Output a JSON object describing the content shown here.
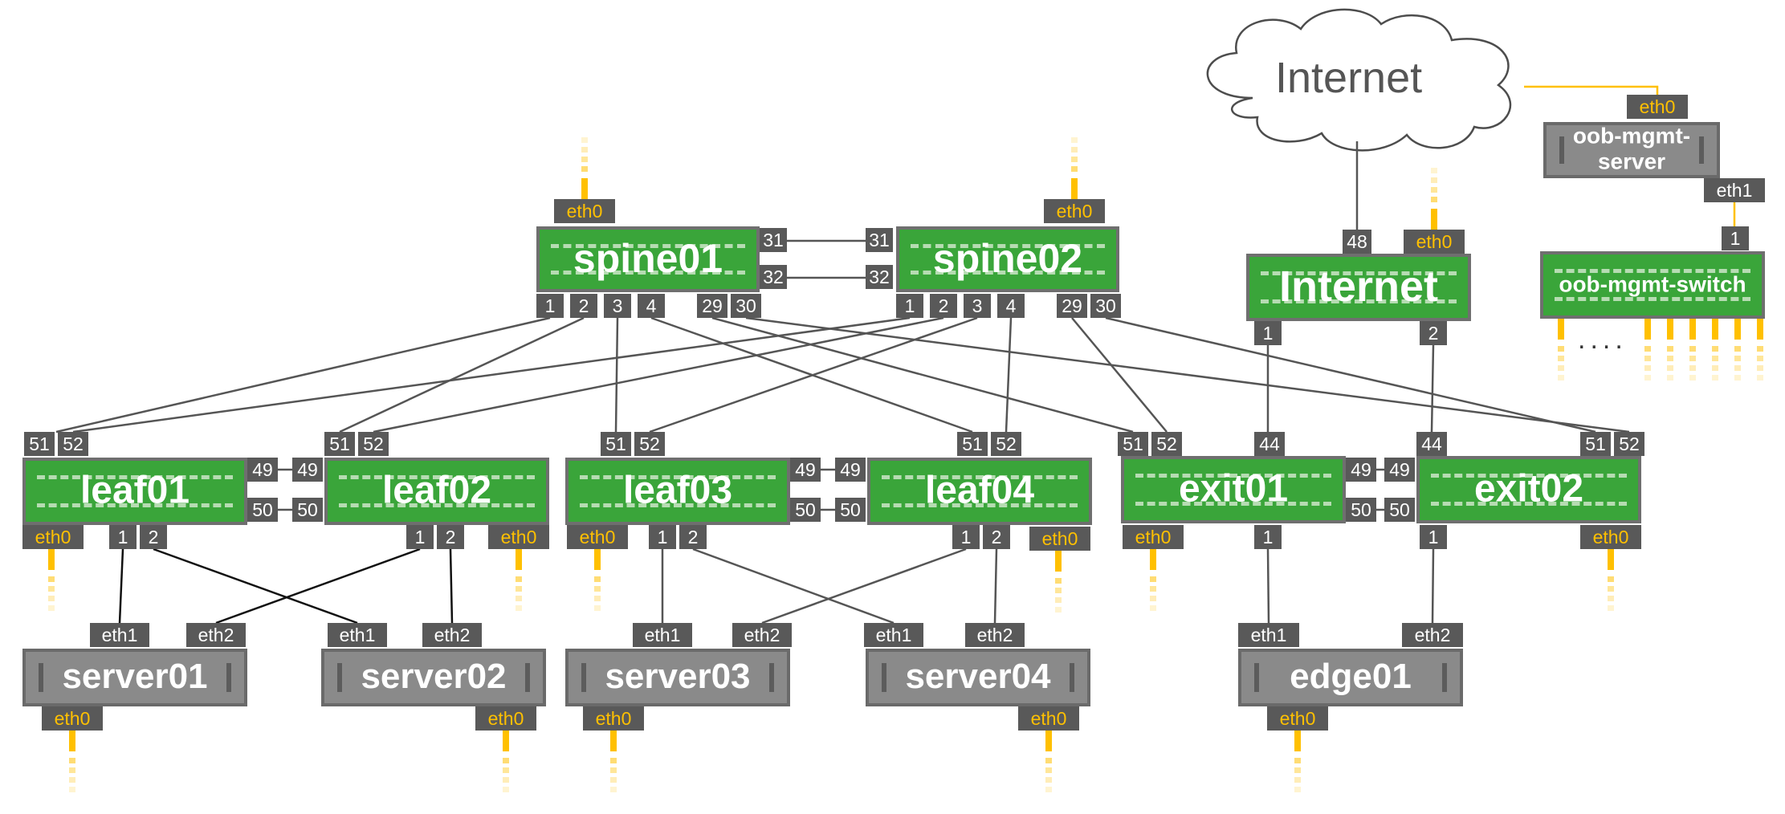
{
  "diagram": {
    "cloud_label": "Internet",
    "ellipsis": "....",
    "colors": {
      "switch_fill": "#3aa53a",
      "server_fill": "#8a8a8a",
      "port_fill": "#595959",
      "mgmt_link": "#ffc000",
      "data_link": "#555555"
    },
    "nodes": {
      "spine01": {
        "label": "spine01",
        "kind": "switch"
      },
      "spine02": {
        "label": "spine02",
        "kind": "switch"
      },
      "internet": {
        "label": "Internet",
        "kind": "switch"
      },
      "oob_mgmt_server": {
        "label": "oob-mgmt-server",
        "kind": "server"
      },
      "oob_mgmt_switch": {
        "label": "oob-mgmt-switch",
        "kind": "switch"
      },
      "leaf01": {
        "label": "leaf01",
        "kind": "switch"
      },
      "leaf02": {
        "label": "leaf02",
        "kind": "switch"
      },
      "leaf03": {
        "label": "leaf03",
        "kind": "switch"
      },
      "leaf04": {
        "label": "leaf04",
        "kind": "switch"
      },
      "exit01": {
        "label": "exit01",
        "kind": "switch"
      },
      "exit02": {
        "label": "exit02",
        "kind": "switch"
      },
      "server01": {
        "label": "server01",
        "kind": "server"
      },
      "server02": {
        "label": "server02",
        "kind": "server"
      },
      "server03": {
        "label": "server03",
        "kind": "server"
      },
      "server04": {
        "label": "server04",
        "kind": "server"
      },
      "edge01": {
        "label": "edge01",
        "kind": "server"
      }
    },
    "port_labels": {
      "eth0": "eth0",
      "eth1": "eth1",
      "eth2": "eth2",
      "p1": "1",
      "p2": "2",
      "p3": "3",
      "p4": "4",
      "p29": "29",
      "p30": "30",
      "p31": "31",
      "p32": "32",
      "p44": "44",
      "p48": "48",
      "p49": "49",
      "p50": "50",
      "p51": "51",
      "p52": "52"
    },
    "links": [
      "spine01:31-spine02:31",
      "spine01:32-spine02:32",
      "spine01:1-leaf01:51",
      "spine01:2-leaf02:51",
      "spine01:3-leaf03:51",
      "spine01:4-leaf04:51",
      "spine01:29-exit01:51",
      "spine01:30-exit02:51",
      "spine02:1-leaf01:52",
      "spine02:2-leaf02:52",
      "spine02:3-leaf03:52",
      "spine02:4-leaf04:52",
      "spine02:29-exit01:52",
      "spine02:30-exit02:52",
      "leaf01:49-leaf02:49",
      "leaf01:50-leaf02:50",
      "leaf03:49-leaf04:49",
      "leaf03:50-leaf04:50",
      "exit01:49-exit02:49",
      "exit01:50-exit02:50",
      "leaf01:1-server01:eth1",
      "leaf01:2-server02:eth1",
      "leaf02:1-server01:eth2",
      "leaf02:2-server02:eth2",
      "leaf03:1-server03:eth1",
      "leaf03:2-server04:eth1",
      "leaf04:1-server03:eth2",
      "leaf04:2-server04:eth2",
      "exit01:1-edge01:eth1",
      "exit02:1-edge01:eth2",
      "exit01:44-internet:1",
      "exit02:44-internet:2",
      "internet:48-cloud",
      "oob-mgmt-server:eth0-cloud",
      "oob-mgmt-server:eth1-oob-mgmt-switch:1"
    ]
  }
}
